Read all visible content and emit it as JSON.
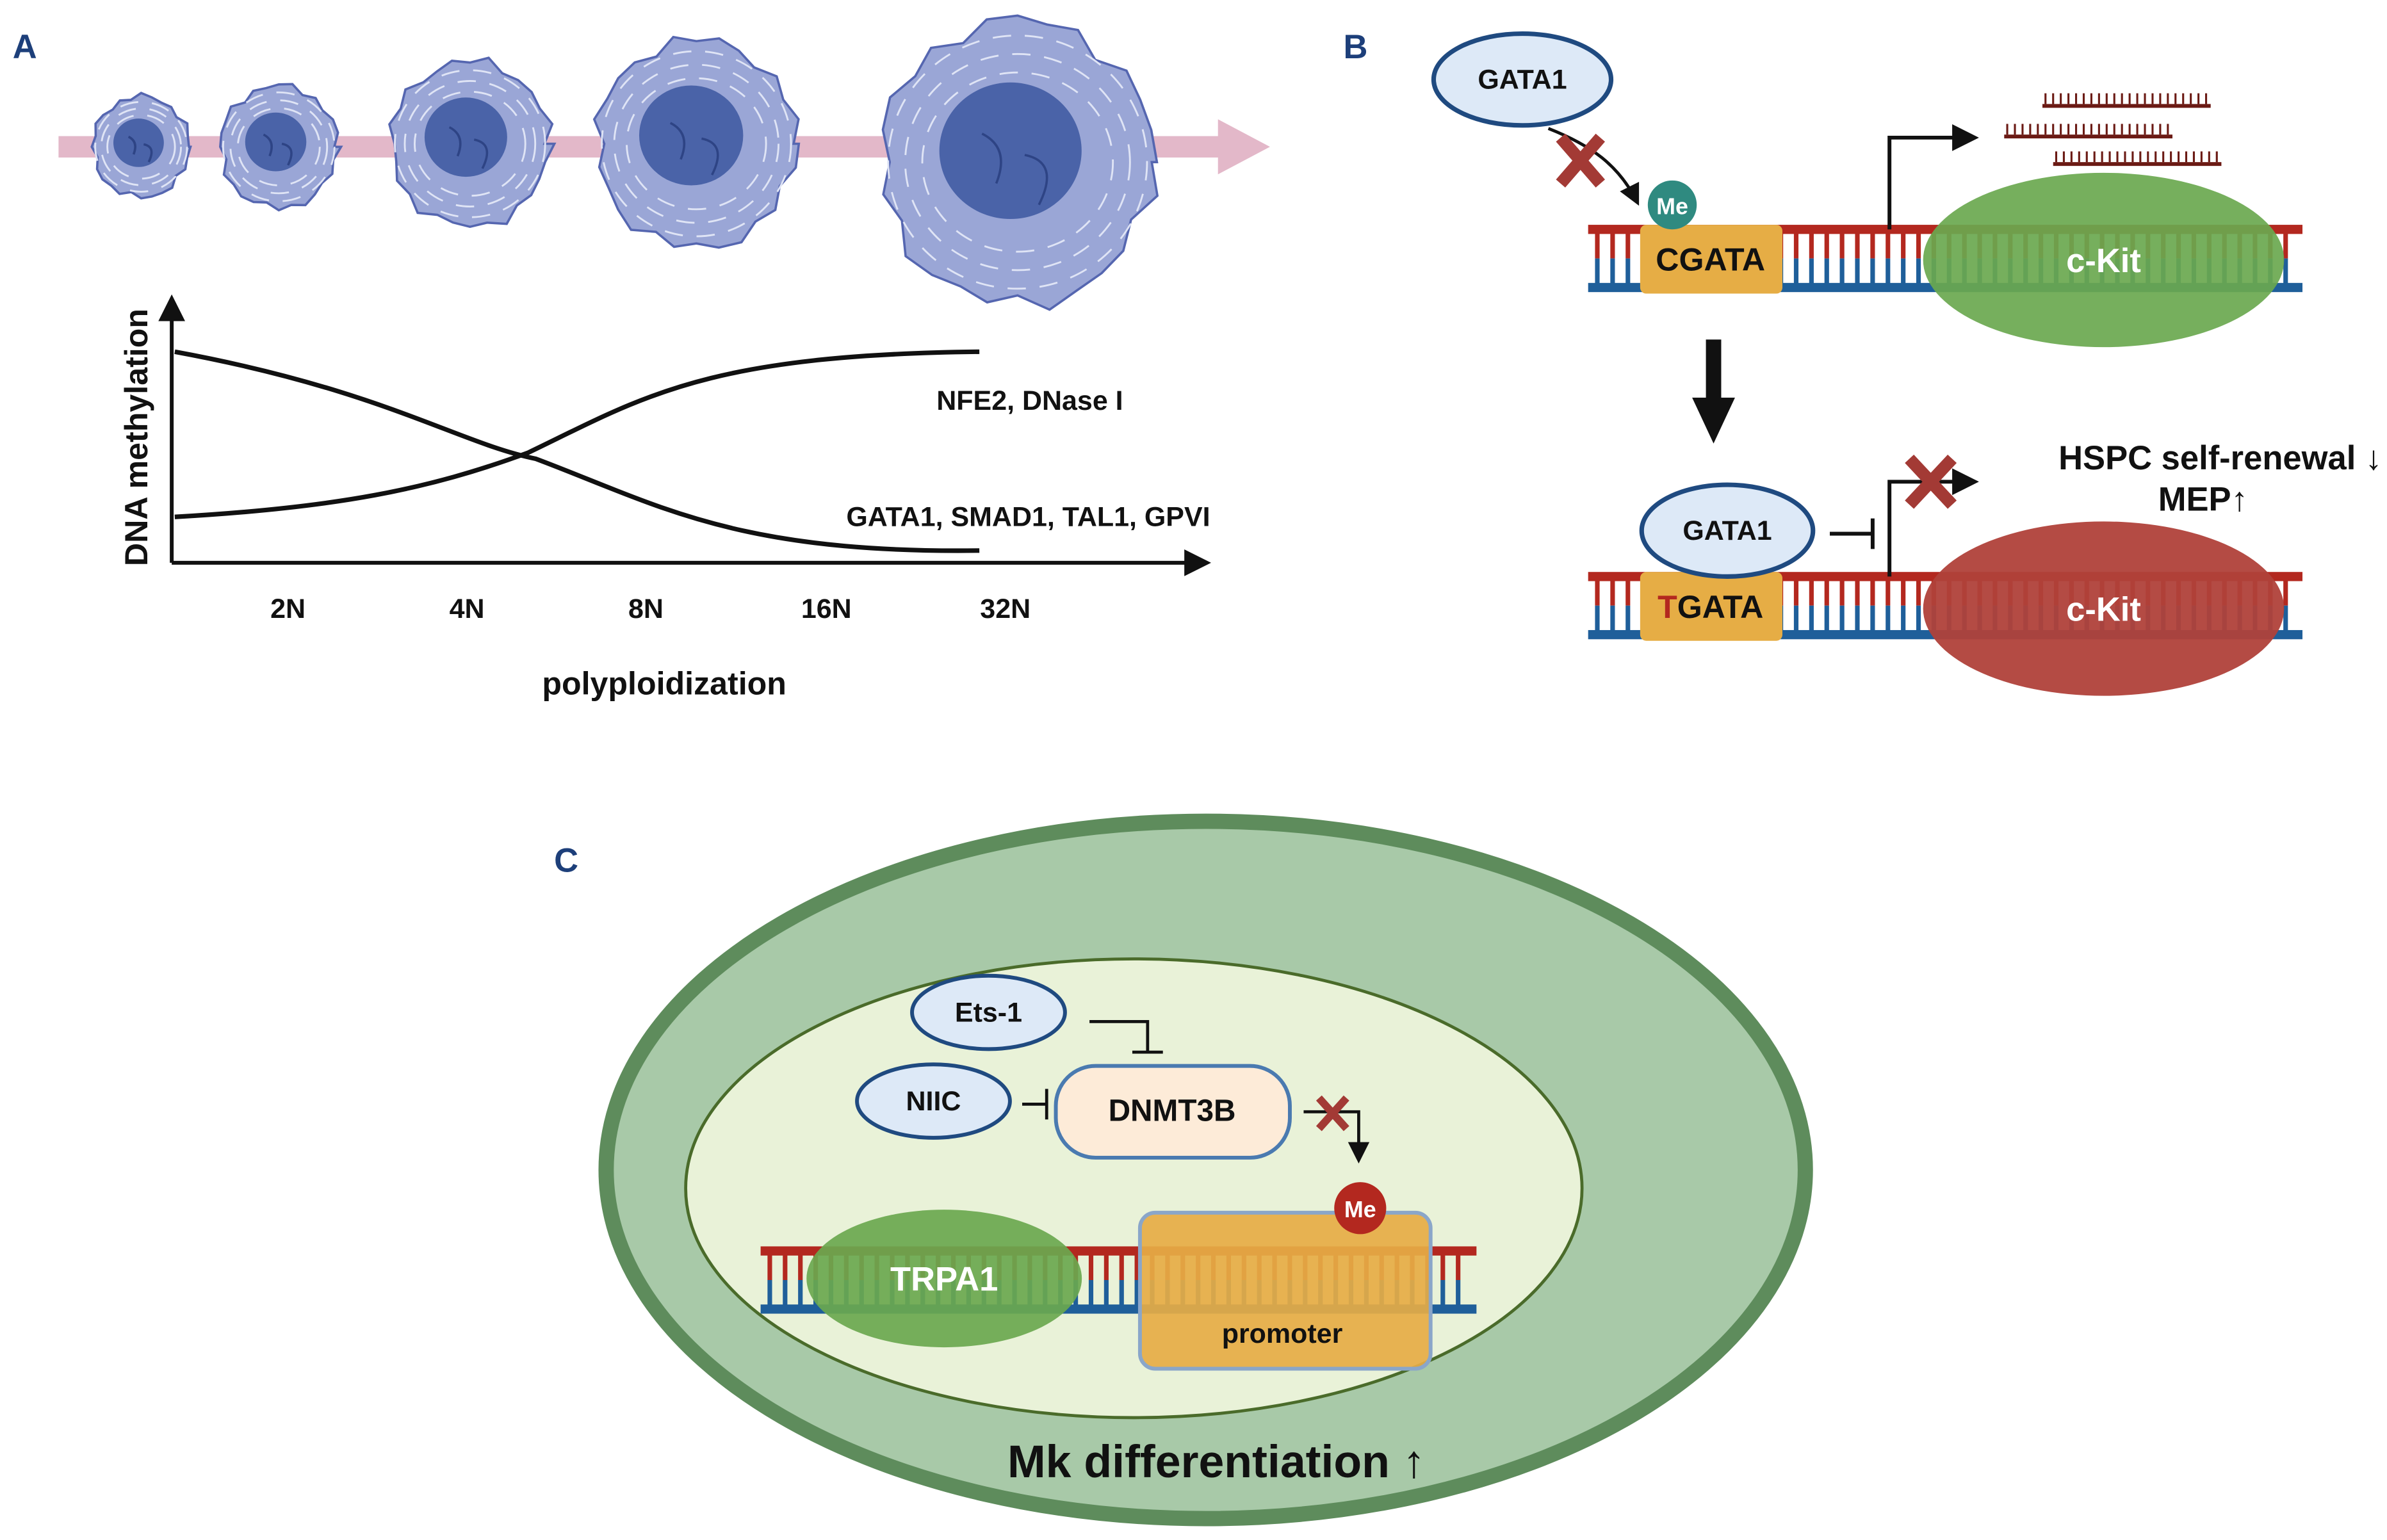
{
  "panels": {
    "a": {
      "label": "A",
      "y_axis_label": "DNA methylation",
      "x_axis_label": "polyploidization",
      "x_ticks": [
        "2N",
        "4N",
        "8N",
        "16N",
        "32N"
      ],
      "curve_labels": {
        "rising": "NFE2, DNase I",
        "falling": "GATA1, SMAD1, TAL1, GPVI"
      },
      "cell_count": 5
    },
    "b": {
      "label": "B",
      "top": {
        "protein": "GATA1",
        "mark": "Me",
        "motif": "CGATA",
        "gene": "c-Kit"
      },
      "bottom": {
        "protein": "GATA1",
        "motif_mutated_letter": "T",
        "motif_rest": "GATA",
        "gene": "c-Kit",
        "outcome_1": "HSPC self-renewal ↓",
        "outcome_2": "MEP↑"
      }
    },
    "c": {
      "label": "C",
      "factors": [
        "Ets-1",
        "NIIC"
      ],
      "enzyme": "DNMT3B",
      "mark": "Me",
      "gene": "TRPA1",
      "region": "promoter",
      "outcome": "Mk differentiation ↑"
    }
  },
  "colors": {
    "panel_label": "#1d3f7a",
    "cell_body": "#9aa6d6",
    "nucleus": "#4a63a8",
    "progress_arrow": "#e3b8c9",
    "dna_top": "#b3281f",
    "dna_bottom": "#1f5f9a",
    "motif_box": "#e6ad45",
    "active_gene": "#6aa84f",
    "repressed_gene": "#b0413a",
    "methyl_teal": "#2f8a80",
    "methyl_red": "#b3281f",
    "block_x": "#a33a35",
    "outer_cell": "#a8c9a8",
    "nucleus_fill": "#e9f2d8",
    "protein_fill": "#dde9f7"
  }
}
